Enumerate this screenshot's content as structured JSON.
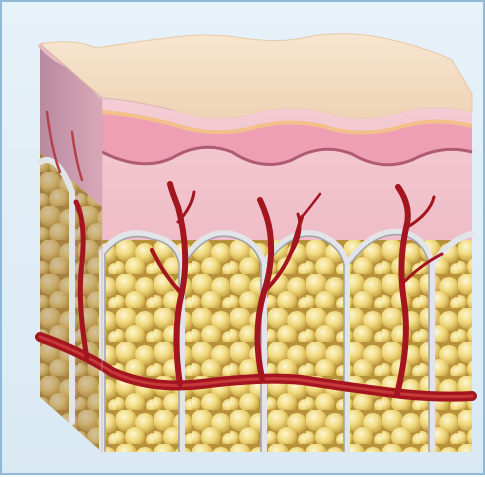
{
  "image": {
    "subject": "skin-cross-section",
    "layers": [
      "epidermis",
      "dermis",
      "subcutaneous-fat"
    ],
    "colors": {
      "background": "#e3eef6",
      "epidermis_top": "#f6dfc4",
      "epidermis_band": "#f0a6b8",
      "dermis": "#f3c7cf",
      "fat": "#e9cf6d",
      "fat_highlight": "#fbf0b7",
      "vessel": "#a3151f",
      "septa": "#d6d7dc"
    }
  }
}
